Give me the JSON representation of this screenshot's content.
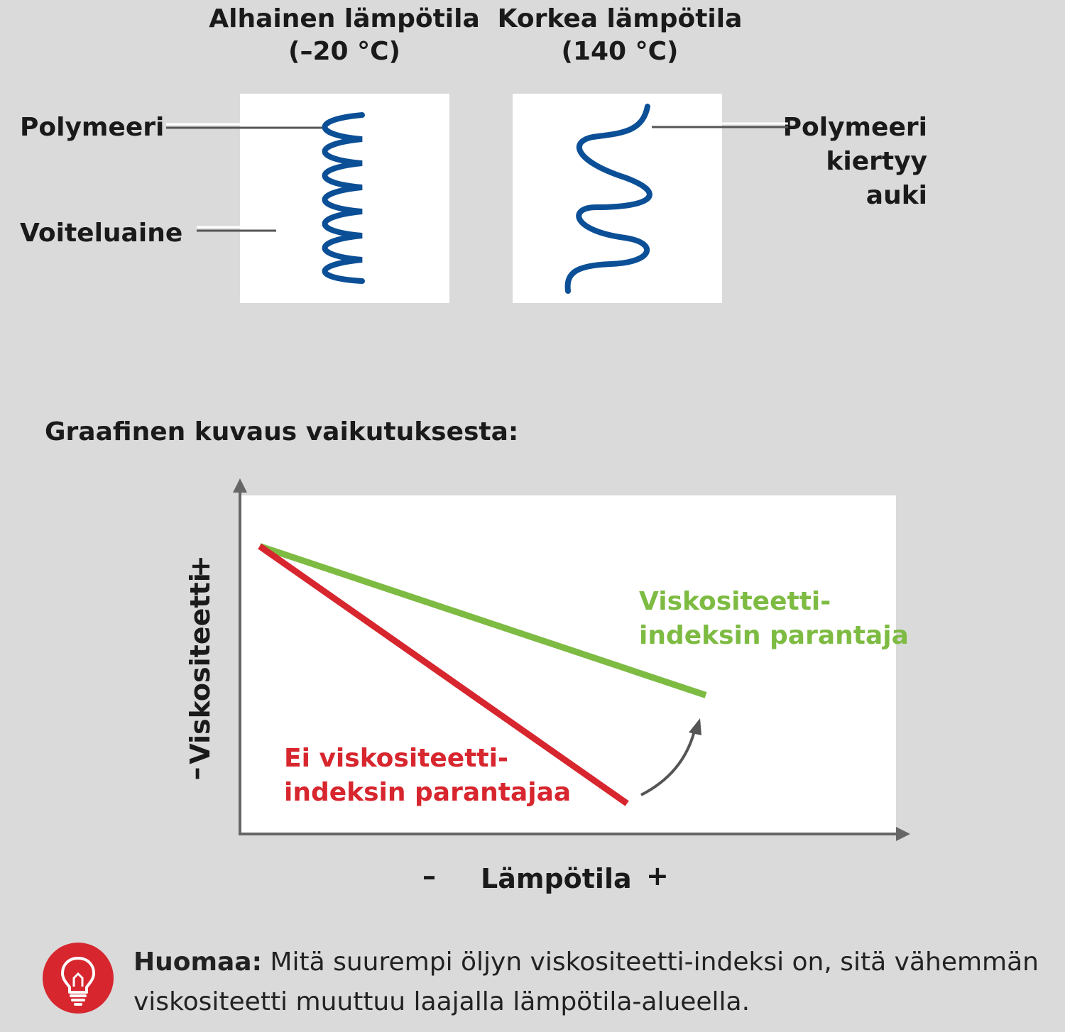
{
  "top_diagram": {
    "low_temp_title_line1": "Alhainen lämpötila",
    "low_temp_title_line2": "(–20 °C)",
    "high_temp_title_line1": "Korkea lämpötila",
    "high_temp_title_line2": "(140 °C)",
    "left_label_polymer": "Polymeeri",
    "left_label_lubricant": "Voiteluaine",
    "right_label_line1": "Polymeeri",
    "right_label_line2": "kiertyy",
    "right_label_line3": "auki",
    "coil_color": "#0b4f96"
  },
  "chart_data": {
    "type": "line",
    "title": "Graafinen kuvaus vaikutuksesta:",
    "xlabel": "Lämpötila",
    "ylabel": "Viskositeetti",
    "x_minus": "–",
    "x_plus": "+",
    "y_minus": "–",
    "y_plus": "+",
    "series": [
      {
        "name_line1": "Viskositeetti-",
        "name_line2": "indeksin parantaja",
        "color": "#7dbb42",
        "points": [
          [
            0.03,
            0.85
          ],
          [
            0.71,
            0.41
          ]
        ]
      },
      {
        "name_line1": "Ei viskositeetti-",
        "name_line2": "indeksin parantajaa",
        "color": "#d7262e",
        "points": [
          [
            0.03,
            0.85
          ],
          [
            0.59,
            0.09
          ]
        ]
      }
    ],
    "arrow_color": "#555555"
  },
  "note": {
    "bold": "Huomaa:",
    "text": " Mitä suurempi öljyn viskositeetti-indeksi on, sitä vähemmän viskositeetti muuttuu laajalla lämpötila-alueella.",
    "icon": "lightbulb-icon",
    "icon_color": "#d7262e"
  }
}
